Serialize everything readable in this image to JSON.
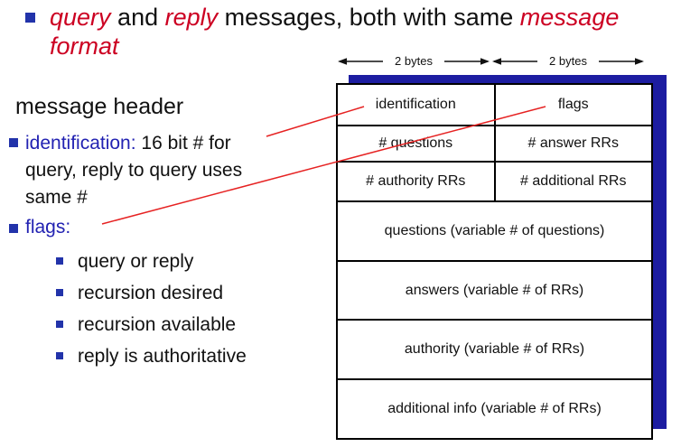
{
  "title": {
    "parts": {
      "query": "query",
      "and": " and ",
      "reply": "reply",
      "middle": " messages, both with same ",
      "message": "message",
      "format": "format"
    }
  },
  "left": {
    "heading": "message header",
    "identification": {
      "label": "identification:",
      "text": " 16 bit # for query, reply to query uses same #"
    },
    "flags": {
      "label": "flags:",
      "items": [
        "query or reply",
        "recursion desired",
        "recursion available",
        "reply is authoritative"
      ]
    }
  },
  "diagram": {
    "byte_labels": [
      "2 bytes",
      "2 bytes"
    ],
    "header_rows": [
      [
        "identification",
        "flags"
      ],
      [
        "# questions",
        "# answer RRs"
      ],
      [
        "# authority RRs",
        "# additional RRs"
      ]
    ],
    "body_rows": [
      "questions (variable # of questions)",
      "answers (variable # of RRs)",
      "authority (variable # of RRs)",
      "additional info (variable # of RRs)"
    ]
  },
  "colors": {
    "red_text": "#cc0022",
    "red_line": "#e62222",
    "blue_text": "#2222b2",
    "bullet_blue": "#2233aa",
    "shadow_navy": "#1d1da1",
    "text_black": "#111111"
  }
}
